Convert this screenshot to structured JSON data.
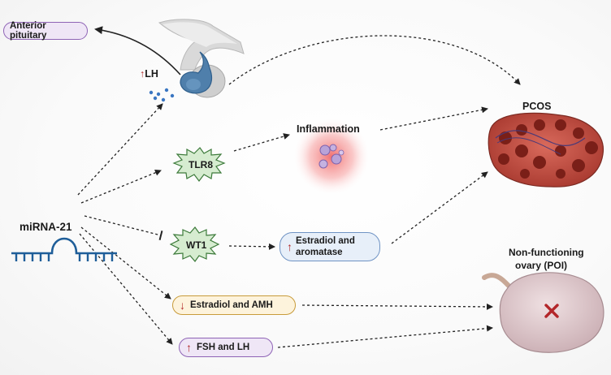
{
  "labels": {
    "anterior_pituitary": "Anterior pituitary",
    "lh": "LH",
    "inflammation": "Inflammation",
    "pcos": "PCOS",
    "tlr8": "TLR8",
    "wt1": "WT1",
    "mirna": "miRNA-21",
    "estradiol_aromatase_1": "Estradiol and",
    "estradiol_aromatase_2": "aromatase",
    "estradiol_amh": "Estradiol  and AMH",
    "fsh_lh": "FSH and LH",
    "non_functioning_1": "Non-functioning",
    "non_functioning_2": "ovary (POI)"
  },
  "symbols": {
    "up_arrow": "↑",
    "down_arrow": "↓"
  },
  "icons": [
    "pituitary-gland-icon",
    "lh-particles-icon",
    "rna-strand-icon",
    "inflammation-cells-icon",
    "pcos-ovary-icon",
    "poi-ovary-icon",
    "cross-mark-icon"
  ],
  "colors": {
    "anterior_pill_bg": "#efe6f6",
    "anterior_pill_border": "#8e63b5",
    "green_burst": "#d6ecd0",
    "green_burst_stroke": "#3c7a3a",
    "aromatase_bg": "#e7eff9",
    "aromatase_border": "#6f93c4",
    "amh_bg": "#fdf3dc",
    "amh_border": "#c89b3a",
    "fsh_bg": "#efe6f6",
    "fsh_border": "#8e63b5",
    "pituitary_blue": "#4f7fab",
    "rna_blue": "#1f5e99",
    "inflammation_red": "#f37373",
    "ovary_red": "#c9443a",
    "poi_fill": "#ddc8cc",
    "cross_red": "#b3262a"
  }
}
